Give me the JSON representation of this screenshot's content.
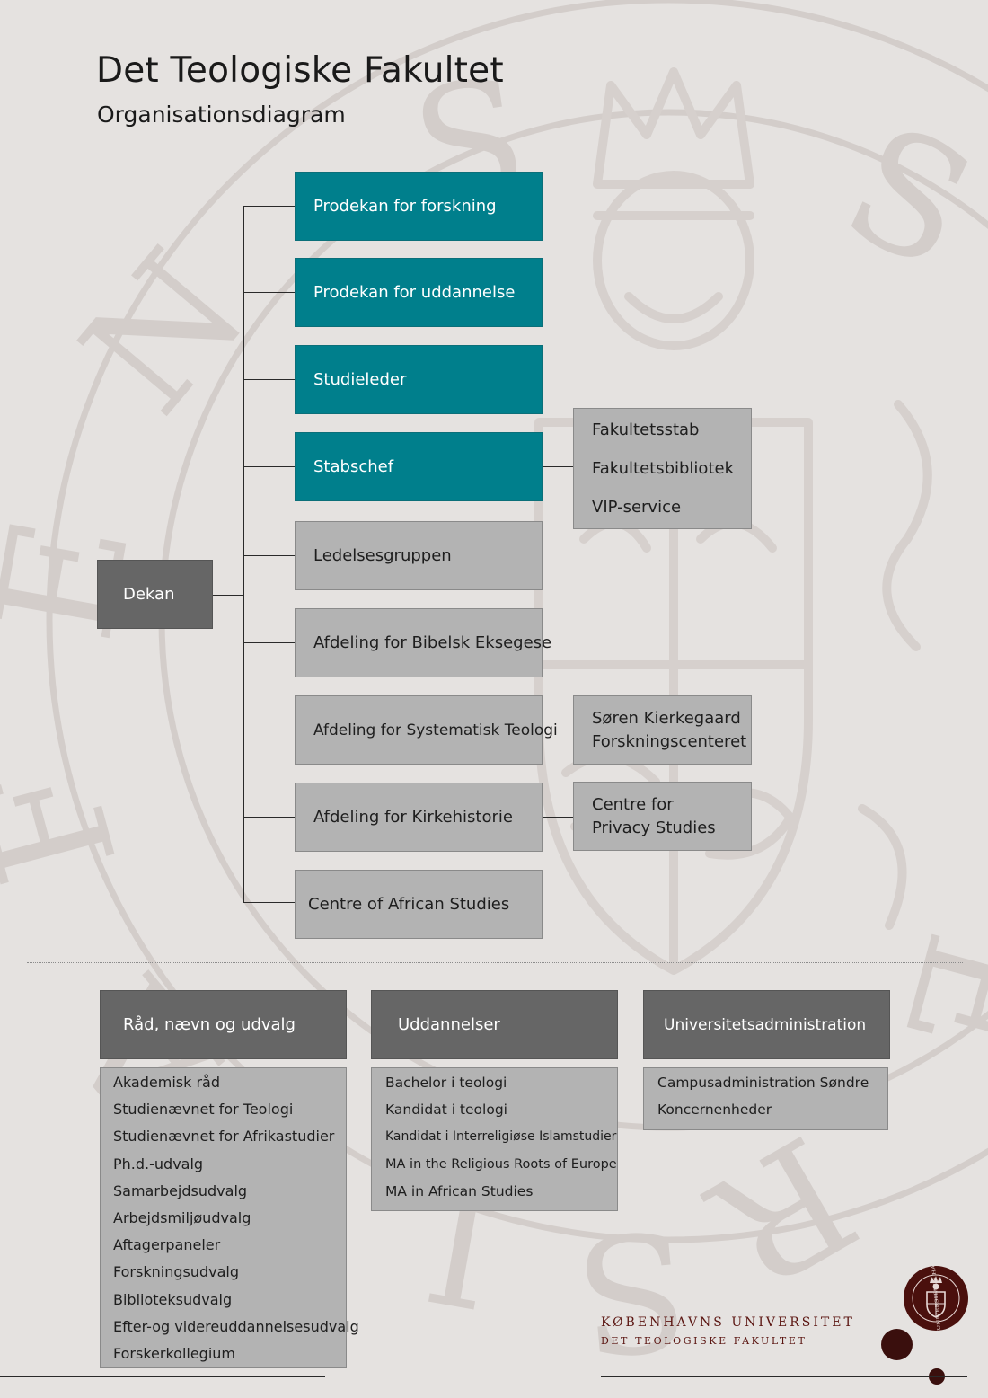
{
  "header": {
    "title": "Det Teologiske Fakultet",
    "subtitle": "Organisationsdiagram"
  },
  "org": {
    "root": "Dekan",
    "units": [
      {
        "label": "Prodekan for forskning",
        "style": "teal"
      },
      {
        "label": "Prodekan for uddannelse",
        "style": "teal"
      },
      {
        "label": "Studieleder",
        "style": "teal"
      },
      {
        "label": "Stabschef",
        "style": "teal"
      },
      {
        "label": "Ledelsesgruppen",
        "style": "grey"
      },
      {
        "label": "Afdeling for Bibelsk Eksegese",
        "style": "grey"
      },
      {
        "label": "Afdeling for Systematisk Teologi",
        "style": "grey"
      },
      {
        "label": "Afdeling for Kirkehistorie",
        "style": "grey"
      },
      {
        "label": "Centre of African Studies",
        "style": "grey"
      }
    ],
    "stab_sub": [
      "Fakultetsstab",
      "Fakultetsbibliotek",
      "VIP-service"
    ],
    "systematisk_sub": [
      "Søren Kierkegaard",
      "Forskningscenteret"
    ],
    "kirkehistorie_sub": [
      "Centre for",
      "Privacy Studies"
    ]
  },
  "categories": [
    {
      "title": "Råd, nævn og udvalg",
      "items": [
        "Akademisk råd",
        "Studienævnet for Teologi",
        "Studienævnet for Afrikastudier",
        "Ph.d.-udvalg",
        "Samarbejdsudvalg",
        "Arbejdsmiljøudvalg",
        "Aftagerpaneler",
        "Forskningsudvalg",
        "Biblioteksudvalg",
        "Efter-og videreuddannelsesudvalg",
        "Forskerkollegium"
      ]
    },
    {
      "title": "Uddannelser",
      "items": [
        "Bachelor i teologi",
        "Kandidat i teologi",
        "Kandidat i Interreligiøse Islamstudier",
        "MA in the Religious Roots of Europe",
        "MA in African Studies"
      ]
    },
    {
      "title": "Universitetsadministration",
      "items": [
        "Campusadministration Søndre",
        "Koncernenheder"
      ]
    }
  ],
  "footer": {
    "university": "KØBENHAVNS UNIVERSITET",
    "faculty": "DET TEOLOGISKE FAKULTET",
    "seal_text": "SIGILLVM UNIVERSITATIS HAFNIENSIS"
  },
  "colors": {
    "background": "#e5e2e0",
    "teal": "#007f8c",
    "grey_box": "#b3b3b3",
    "dark_box": "#666666",
    "brand_red": "#5a1410"
  },
  "icons": [
    "university-seal-watermark-icon",
    "university-seal-logo-icon"
  ]
}
